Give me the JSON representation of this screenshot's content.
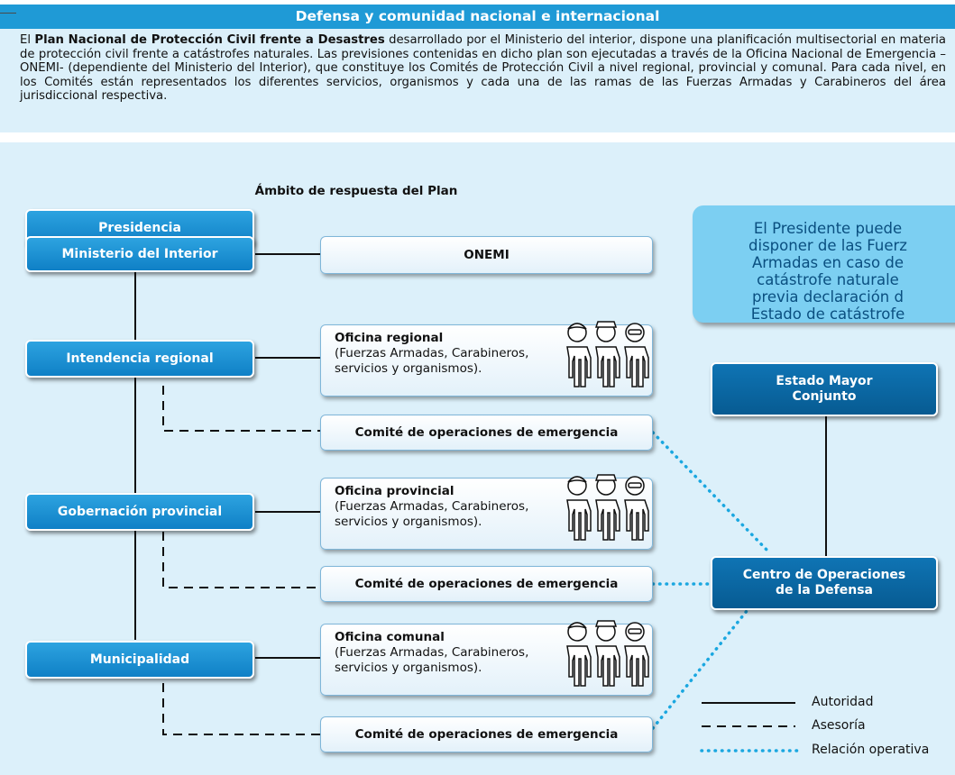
{
  "header": {
    "title": "Defensa y comunidad nacional e internacional"
  },
  "intro": {
    "prefix": "El ",
    "plan_name": "Plan Nacional de Protección Civil frente a Desastres",
    "body": " desarrollado por el Ministerio del interior, dispone una planificación multisectorial en materia de protección civil frente a catástrofes naturales. Las previsiones contenidas en dicho plan son ejecutadas a través de la Oficina Nacional de Emergencia –ONEMI- (dependiente del Ministerio del Interior), que constituye los Comités de Protección Civil a nivel regional, provincial y comunal. Para cada nivel, en los Comités están representados los diferentes servicios, organismos y cada una de las ramas de las Fuerzas Armadas y Carabineros del área jurisdiccional respectiva."
  },
  "diagram": {
    "title": "Ámbito de respuesta del Plan",
    "authorities": {
      "presidencia": "Presidencia",
      "ministerio": "Ministerio del Interior",
      "intendencia": "Intendencia regional",
      "gobernacion": "Gobernación provincial",
      "municipalidad": "Municipalidad"
    },
    "onemi": "ONEMI",
    "offices": {
      "regional": {
        "title": "Oficina regional",
        "line1": "(Fuerzas Armadas, Carabineros,",
        "line2": "servicios y organismos)."
      },
      "provincial": {
        "title": "Oficina provincial",
        "line1": "(Fuerzas Armadas, Carabineros,",
        "line2": "servicios y organismos)."
      },
      "comunal": {
        "title": "Oficina comunal",
        "line1": "(Fuerzas Armadas, Carabineros,",
        "line2": "servicios y organismos)."
      }
    },
    "committee_label": "Comité de operaciones de emergencia",
    "estado_mayor": {
      "line1": "Estado Mayor",
      "line2": "Conjunto"
    },
    "centro": {
      "line1": "Centro de Operaciones",
      "line2": "de la Defensa"
    },
    "note": {
      "line1": "El Presidente puede",
      "line2": "disponer de las Fuerz",
      "line3": "Armadas en caso de",
      "line4": "catástrofe naturale",
      "line5": "previa declaración d",
      "line6": "Estado de catástrofe"
    },
    "legend": {
      "autoridad": "Autoridad",
      "asesoria": "Asesoría",
      "relacion": "Relación operativa"
    },
    "colors": {
      "header_blue": "#1f9ad6",
      "box_blue": "#1a8fd2",
      "dark_blue": "#0b6aa8",
      "background": "#dcf0fa",
      "dotted": "#1aa7e0"
    }
  }
}
